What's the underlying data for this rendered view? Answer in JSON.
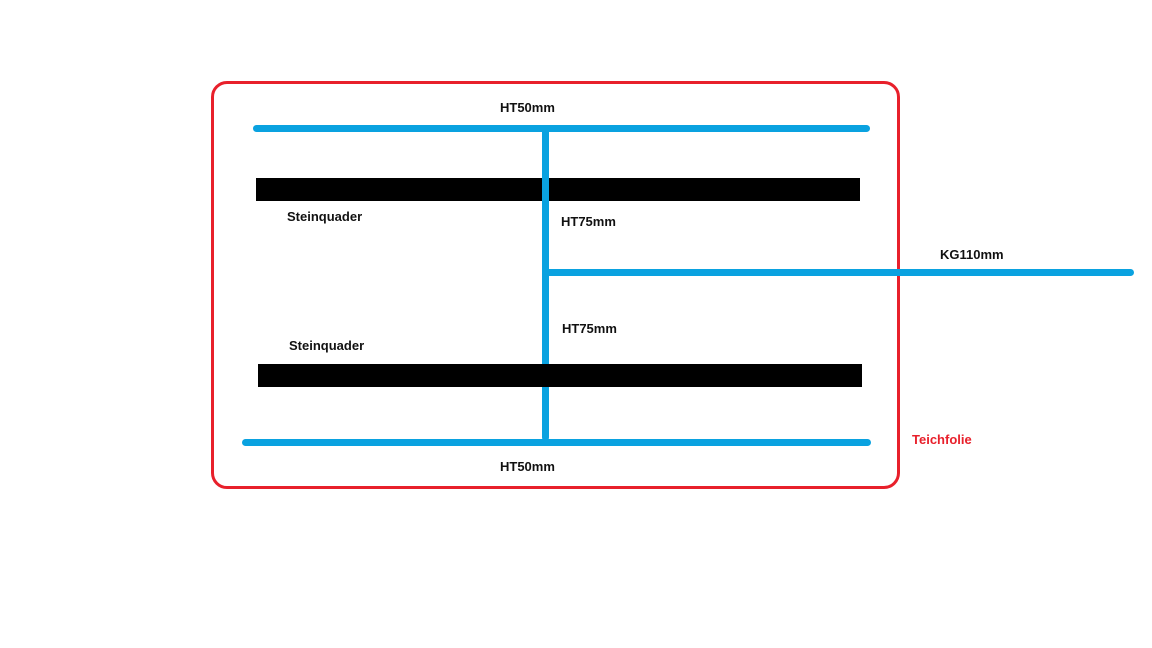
{
  "labels": {
    "pipe_top": "HT50mm",
    "pipe_bottom": "HT50mm",
    "stone_upper": "Steinquader",
    "stone_lower": "Steinquader",
    "riser_upper": "HT75mm",
    "riser_lower": "HT75mm",
    "outlet": "KG110mm",
    "liner": "Teichfolie"
  },
  "colors": {
    "liner": "#e8202b",
    "pipe": "#0aa2e0",
    "stone": "#000000"
  }
}
